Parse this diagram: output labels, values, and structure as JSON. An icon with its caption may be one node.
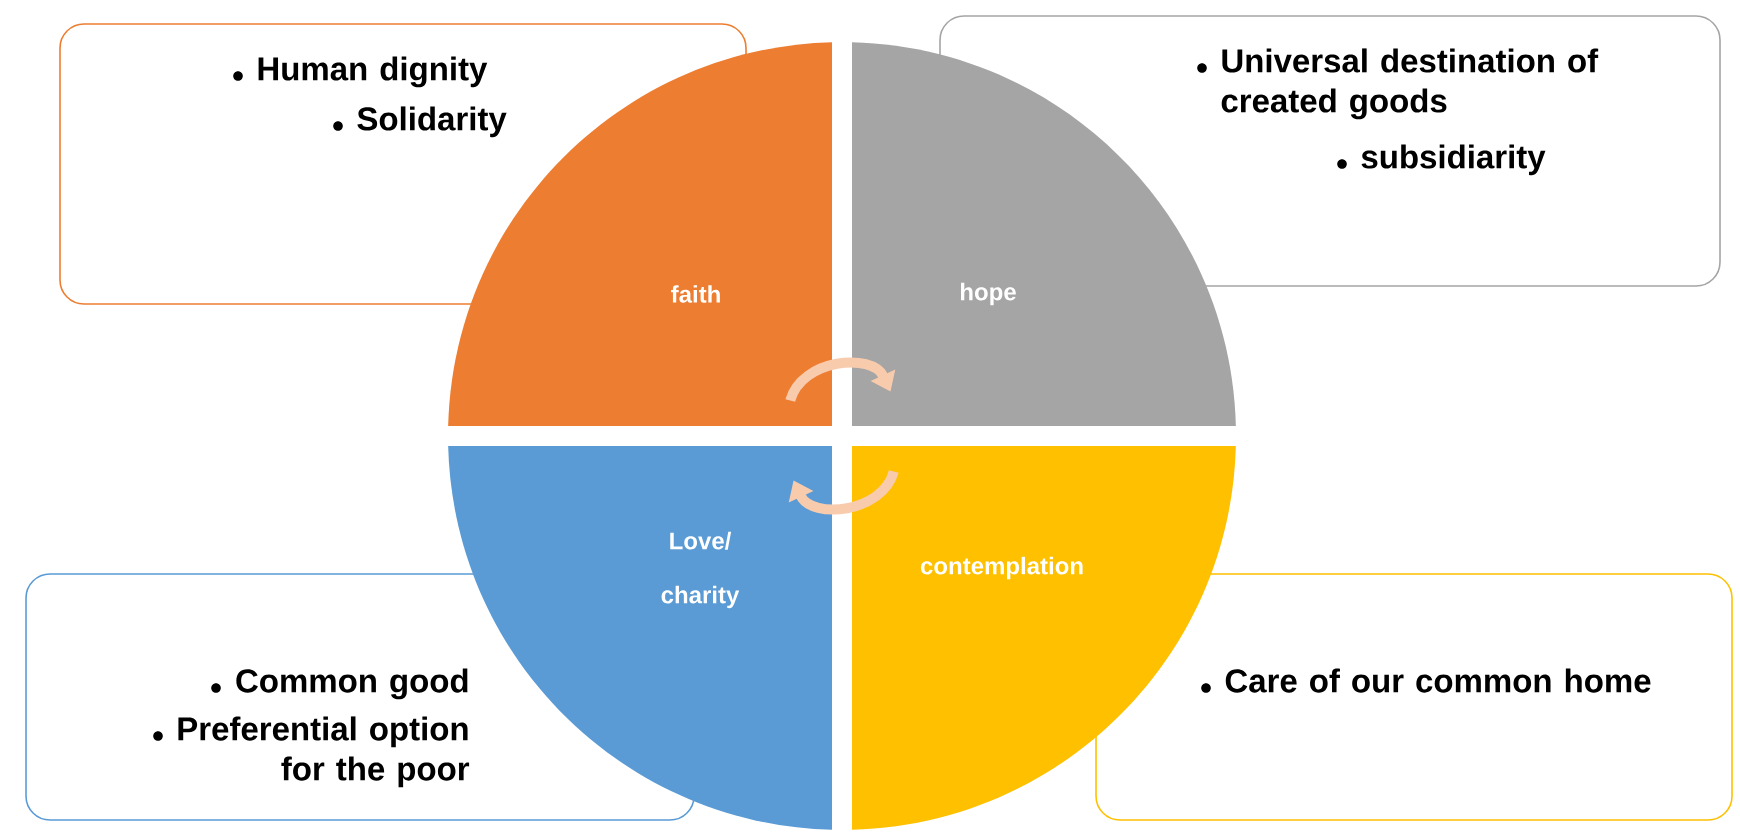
{
  "diagram": {
    "nodes": [
      {
        "text": [
          "Human dignity",
          "Solidarity"
        ]
      },
      {
        "text": [
          "Universal destination of created goods",
          "subsidiarity"
        ]
      },
      {
        "text": [
          "Common good",
          "Preferential option for the poor"
        ]
      },
      {
        "text": [
          "Care of our common home"
        ]
      },
      {
        "text": [
          "faith"
        ]
      },
      {
        "text": [
          "hope"
        ]
      },
      {
        "text": [
          "Love/ charity"
        ]
      },
      {
        "text": [
          "contemplation"
        ]
      }
    ],
    "edges": [
      {
        "from": 4,
        "to": 5,
        "arrow": "to"
      },
      {
        "from": 7,
        "to": 6,
        "arrow": "to"
      }
    ]
  }
}
